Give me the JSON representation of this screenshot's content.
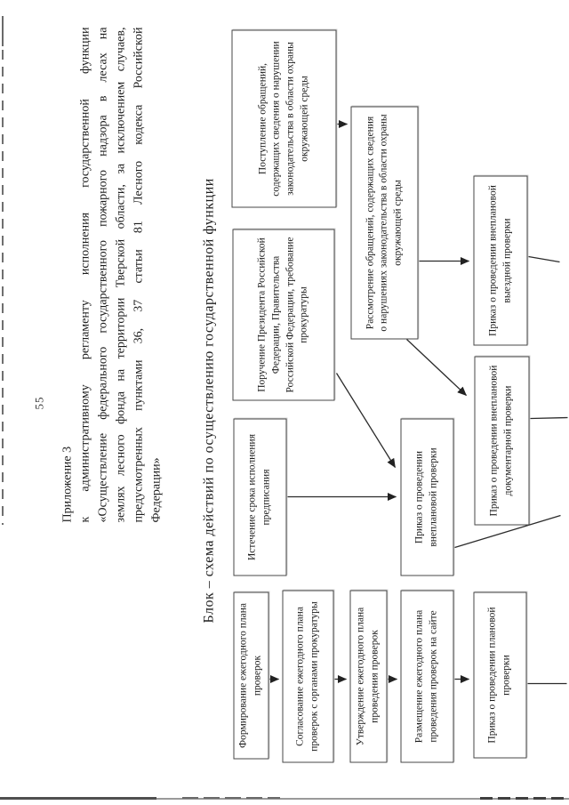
{
  "page": {
    "number": "55",
    "appendix": {
      "heading": "Приложение 3",
      "lines": [
        "к административному регламенту исполнения государственной функции",
        "«Осуществление федерального государственного пожарного надзора в лесах на",
        "землях лесного фонда на территории Тверской области, за исключением случаев,",
        "предусмотренных пунктами 36, 37 статьи 81 Лесного кодекса Российской",
        "Федерации»"
      ]
    },
    "diagram_title": "Блок – схема действий по осуществлению государственной функции"
  },
  "flowchart": {
    "boxes": [
      {
        "id": "plan-formation",
        "label": "Формирование ежегодного плана проверок"
      },
      {
        "id": "plan-approval-prosecutor",
        "label": "Согласование ежегодного плана проверок с органами прокуратуры"
      },
      {
        "id": "plan-confirmation",
        "label": "Утверждение ежегодного плана проведения проверок"
      },
      {
        "id": "plan-site-publication",
        "label": "Размещение ежегодного плана проведения проверок на сайте"
      },
      {
        "id": "order-planned-inspection",
        "label": "Приказ о проведении плановой проверки"
      },
      {
        "id": "appeals-received",
        "label": "Поступление обращений, содержащих сведения о нарушении законодательства в области охраны окружающей среды"
      },
      {
        "id": "appeals-review",
        "label": "Рассмотрение обращений, содержащих сведения о нарушениях законодательства в области охраны окружающей среды"
      },
      {
        "id": "order-unplanned-field-inspection",
        "label": "Приказ о проведении внеплановой выездной проверки"
      },
      {
        "id": "government-instruction",
        "label": "Поручение Президента Российской Федерации, Правительства Российской Федерации, требование прокуратуры"
      },
      {
        "id": "prescription-deadline-expiry",
        "label": "Истечение срока исполнения предписания"
      },
      {
        "id": "order-unplanned-inspection",
        "label": "Приказ о проведении внеплановой проверки"
      },
      {
        "id": "order-unplanned-documentary-inspection",
        "label": "Приказ о проведении внеплановой документарной проверки"
      }
    ]
  }
}
